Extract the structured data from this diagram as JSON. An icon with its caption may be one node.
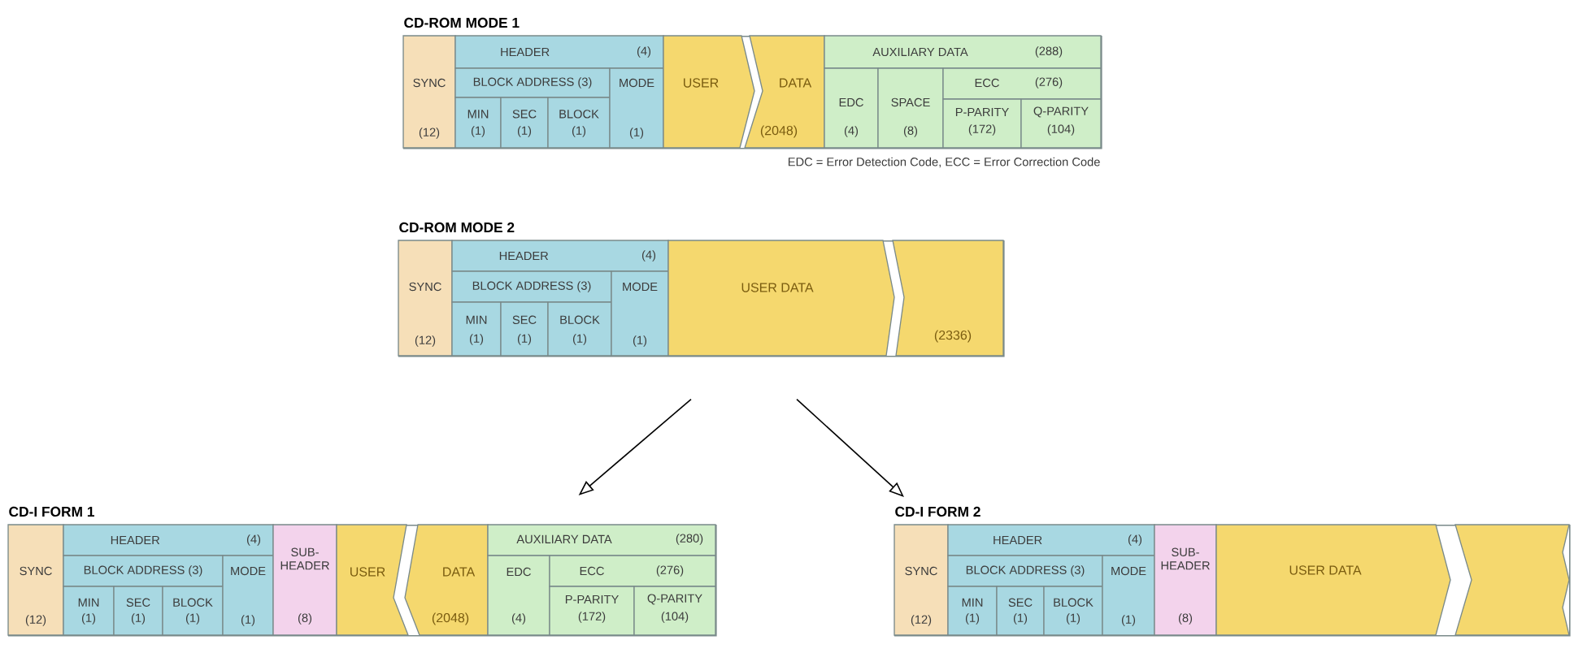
{
  "diagram": {
    "nodes": [
      {
        "text": [
          "CD-ROM MODE 1"
        ]
      },
      {
        "text": [
          "SYNC",
          "(12)"
        ],
        "in": 0
      },
      {
        "text": [
          "HEADER",
          "(4)"
        ],
        "in": 0
      },
      {
        "text": [
          "BLOCK ADDRESS (3)"
        ],
        "in": 0
      },
      {
        "text": [
          "MIN",
          "(1)"
        ],
        "in": 0
      },
      {
        "text": [
          "SEC",
          "(1)"
        ],
        "in": 0
      },
      {
        "text": [
          "BLOCK",
          "(1)"
        ],
        "in": 0
      },
      {
        "text": [
          "MODE",
          "(1)"
        ],
        "in": 0
      },
      {
        "text": [
          "USER"
        ],
        "in": 0
      },
      {
        "text": [
          "DATA",
          "(2048)"
        ],
        "in": 0
      },
      {
        "text": [
          "AUXILIARY DATA",
          "(288)"
        ],
        "in": 0
      },
      {
        "text": [
          "EDC",
          "(4)"
        ],
        "in": 0
      },
      {
        "text": [
          "SPACE",
          "(8)"
        ],
        "in": 0
      },
      {
        "text": [
          "ECC",
          "(276)"
        ],
        "in": 0
      },
      {
        "text": [
          "P-PARITY",
          "(172)"
        ],
        "in": 0
      },
      {
        "text": [
          "Q-PARITY",
          "(104)"
        ],
        "in": 0
      },
      {
        "text": [
          "CD-ROM MODE 2"
        ]
      },
      {
        "text": [
          "SYNC",
          "(12)"
        ],
        "in": 16
      },
      {
        "text": [
          "HEADER",
          "(4)"
        ],
        "in": 16
      },
      {
        "text": [
          "BLOCK ADDRESS (3)"
        ],
        "in": 16
      },
      {
        "text": [
          "MIN",
          "(1)"
        ],
        "in": 16
      },
      {
        "text": [
          "SEC",
          "(1)"
        ],
        "in": 16
      },
      {
        "text": [
          "BLOCK",
          "(1)"
        ],
        "in": 16
      },
      {
        "text": [
          "MODE",
          "(1)"
        ],
        "in": 16
      },
      {
        "text": [
          "USER DATA"
        ],
        "in": 16
      },
      {
        "text": [
          "(2336)"
        ],
        "in": 16
      },
      {
        "text": [
          "CD-I FORM 1"
        ]
      },
      {
        "text": [
          "SYNC",
          "(12)"
        ],
        "in": 26
      },
      {
        "text": [
          "HEADER",
          "(4)"
        ],
        "in": 26
      },
      {
        "text": [
          "BLOCK ADDRESS (3)"
        ],
        "in": 26
      },
      {
        "text": [
          "MIN",
          "(1)"
        ],
        "in": 26
      },
      {
        "text": [
          "SEC",
          "(1)"
        ],
        "in": 26
      },
      {
        "text": [
          "BLOCK",
          "(1)"
        ],
        "in": 26
      },
      {
        "text": [
          "MODE",
          "(1)"
        ],
        "in": 26
      },
      {
        "text": [
          "SUB-HEADER",
          "(8)"
        ],
        "in": 26
      },
      {
        "text": [
          "USER"
        ],
        "in": 26
      },
      {
        "text": [
          "DATA",
          "(2048)"
        ],
        "in": 26
      },
      {
        "text": [
          "AUXILIARY DATA",
          "(280)"
        ],
        "in": 26
      },
      {
        "text": [
          "EDC",
          "(4)"
        ],
        "in": 26
      },
      {
        "text": [
          "ECC",
          "(276)"
        ],
        "in": 26
      },
      {
        "text": [
          "P-PARITY",
          "(172)"
        ],
        "in": 26
      },
      {
        "text": [
          "Q-PARITY",
          "(104)"
        ],
        "in": 26
      },
      {
        "text": [
          "CD-I FORM 2"
        ]
      },
      {
        "text": [
          "SYNC",
          "(12)"
        ],
        "in": 42
      },
      {
        "text": [
          "HEADER",
          "(4)"
        ],
        "in": 42
      },
      {
        "text": [
          "BLOCK ADDRESS (3)"
        ],
        "in": 42
      },
      {
        "text": [
          "MIN",
          "(1)"
        ],
        "in": 42
      },
      {
        "text": [
          "SEC",
          "(1)"
        ],
        "in": 42
      },
      {
        "text": [
          "BLOCK",
          "(1)"
        ],
        "in": 42
      },
      {
        "text": [
          "MODE",
          "(1)"
        ],
        "in": 42
      },
      {
        "text": [
          "SUB-HEADER",
          "(8)"
        ],
        "in": 42
      },
      {
        "text": [
          "USER DATA"
        ],
        "in": 42
      },
      {
        "text": [],
        "shape": "box",
        "in": 42
      }
    ],
    "edges": [
      {
        "from": 16,
        "to": 26,
        "arrow": "to"
      },
      {
        "from": 16,
        "to": 42,
        "arrow": "to"
      }
    ],
    "labels": [
      "EDC = Error Detection Code, ECC = Error Correction Code"
    ]
  }
}
